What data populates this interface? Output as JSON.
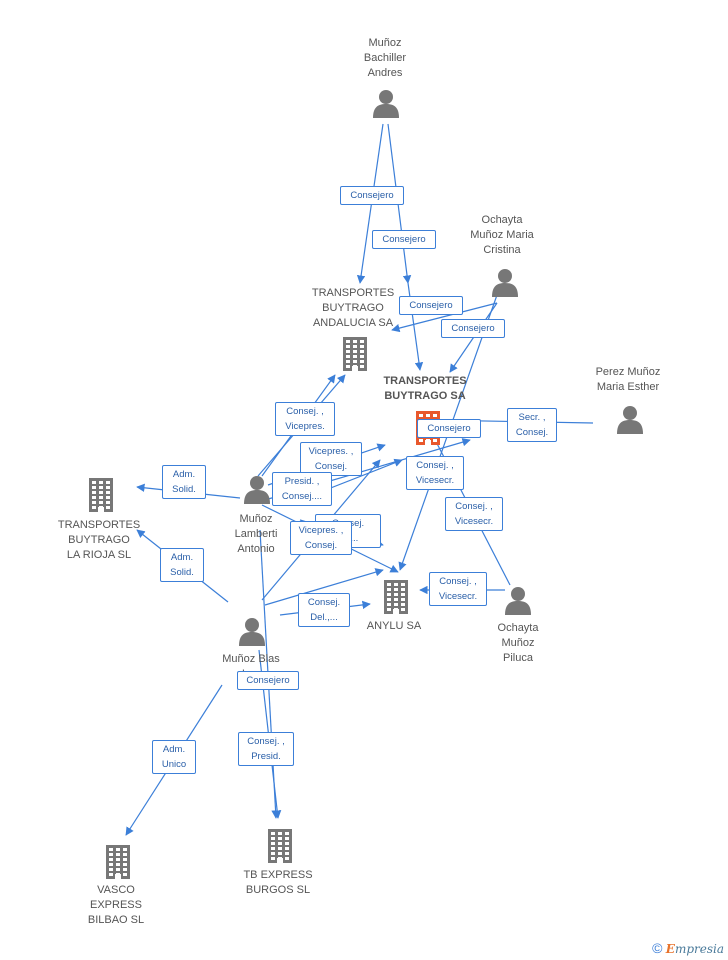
{
  "nodes": {
    "munoz_bachiller": {
      "label": "Muñoz\nBachiller\nAndres",
      "type": "person"
    },
    "ochayta_maria_cristina": {
      "label": "Ochayta\nMuñoz Maria\nCristina",
      "type": "person"
    },
    "perez_munoz": {
      "label": "Perez Muñoz\nMaria Esther",
      "type": "person"
    },
    "munoz_lamberti": {
      "label": "Muñoz\nLamberti\nAntonio",
      "type": "person"
    },
    "munoz_blas": {
      "label": "Muñoz Blas\nIg...",
      "type": "person"
    },
    "ochayta_piluca": {
      "label": "Ochayta\nMuñoz\nPiluca",
      "type": "person"
    },
    "tb_andalucia": {
      "label": "TRANSPORTES\nBUYTRAGO\nANDALUCIA SA",
      "type": "company"
    },
    "tb_sa": {
      "label": "TRANSPORTES\nBUYTRAGO SA",
      "type": "company-main"
    },
    "tb_rioja": {
      "label": "TRANSPORTES\nBUYTRAGO\nLA RIOJA SL",
      "type": "company"
    },
    "anylu": {
      "label": "ANYLU SA",
      "type": "company"
    },
    "vasco_express": {
      "label": "VASCO\nEXPRESS\nBILBAO SL",
      "type": "company"
    },
    "tb_express_burgos": {
      "label": "TB EXPRESS\nBURGOS SL",
      "type": "company"
    }
  },
  "edge_labels": [
    {
      "id": "e1",
      "text": "Consejero"
    },
    {
      "id": "e2",
      "text": "Consejero"
    },
    {
      "id": "e3",
      "text": "Consejero"
    },
    {
      "id": "e4",
      "text": "Consejero"
    },
    {
      "id": "e5",
      "text": "Consejero"
    },
    {
      "id": "e6",
      "text": "Secr. ,\nConsej."
    },
    {
      "id": "e7",
      "text": "Consej. ,\nVicepres."
    },
    {
      "id": "e8",
      "text": "Vicepres. ,\nConsej."
    },
    {
      "id": "e9",
      "text": "Presid. ,\nConsej...."
    },
    {
      "id": "e10",
      "text": "Consej. ,\nVicesecr."
    },
    {
      "id": "e11",
      "text": "Consej. ,\nVicesecr."
    },
    {
      "id": "e12",
      "text": "Consej. ,\nVicesecr."
    },
    {
      "id": "e13",
      "text": "Adm.\nSolid."
    },
    {
      "id": "e14",
      "text": "Adm.\nSolid."
    },
    {
      "id": "e15",
      "text": "Consej.\n...j...."
    },
    {
      "id": "e16",
      "text": "Vicepres. ,\nConsej."
    },
    {
      "id": "e17",
      "text": "Consej.\nDel.,..."
    },
    {
      "id": "e18",
      "text": "Consejero"
    },
    {
      "id": "e19",
      "text": "Adm.\nUnico"
    },
    {
      "id": "e20",
      "text": "Consej. ,\nPresid."
    }
  ],
  "colors": {
    "edge": "#3c7fd8",
    "icon": "#777777",
    "main_icon": "#e8582c"
  },
  "footer": {
    "copyright": "©",
    "brand_e": "E",
    "brand_rest": "mpresia"
  }
}
